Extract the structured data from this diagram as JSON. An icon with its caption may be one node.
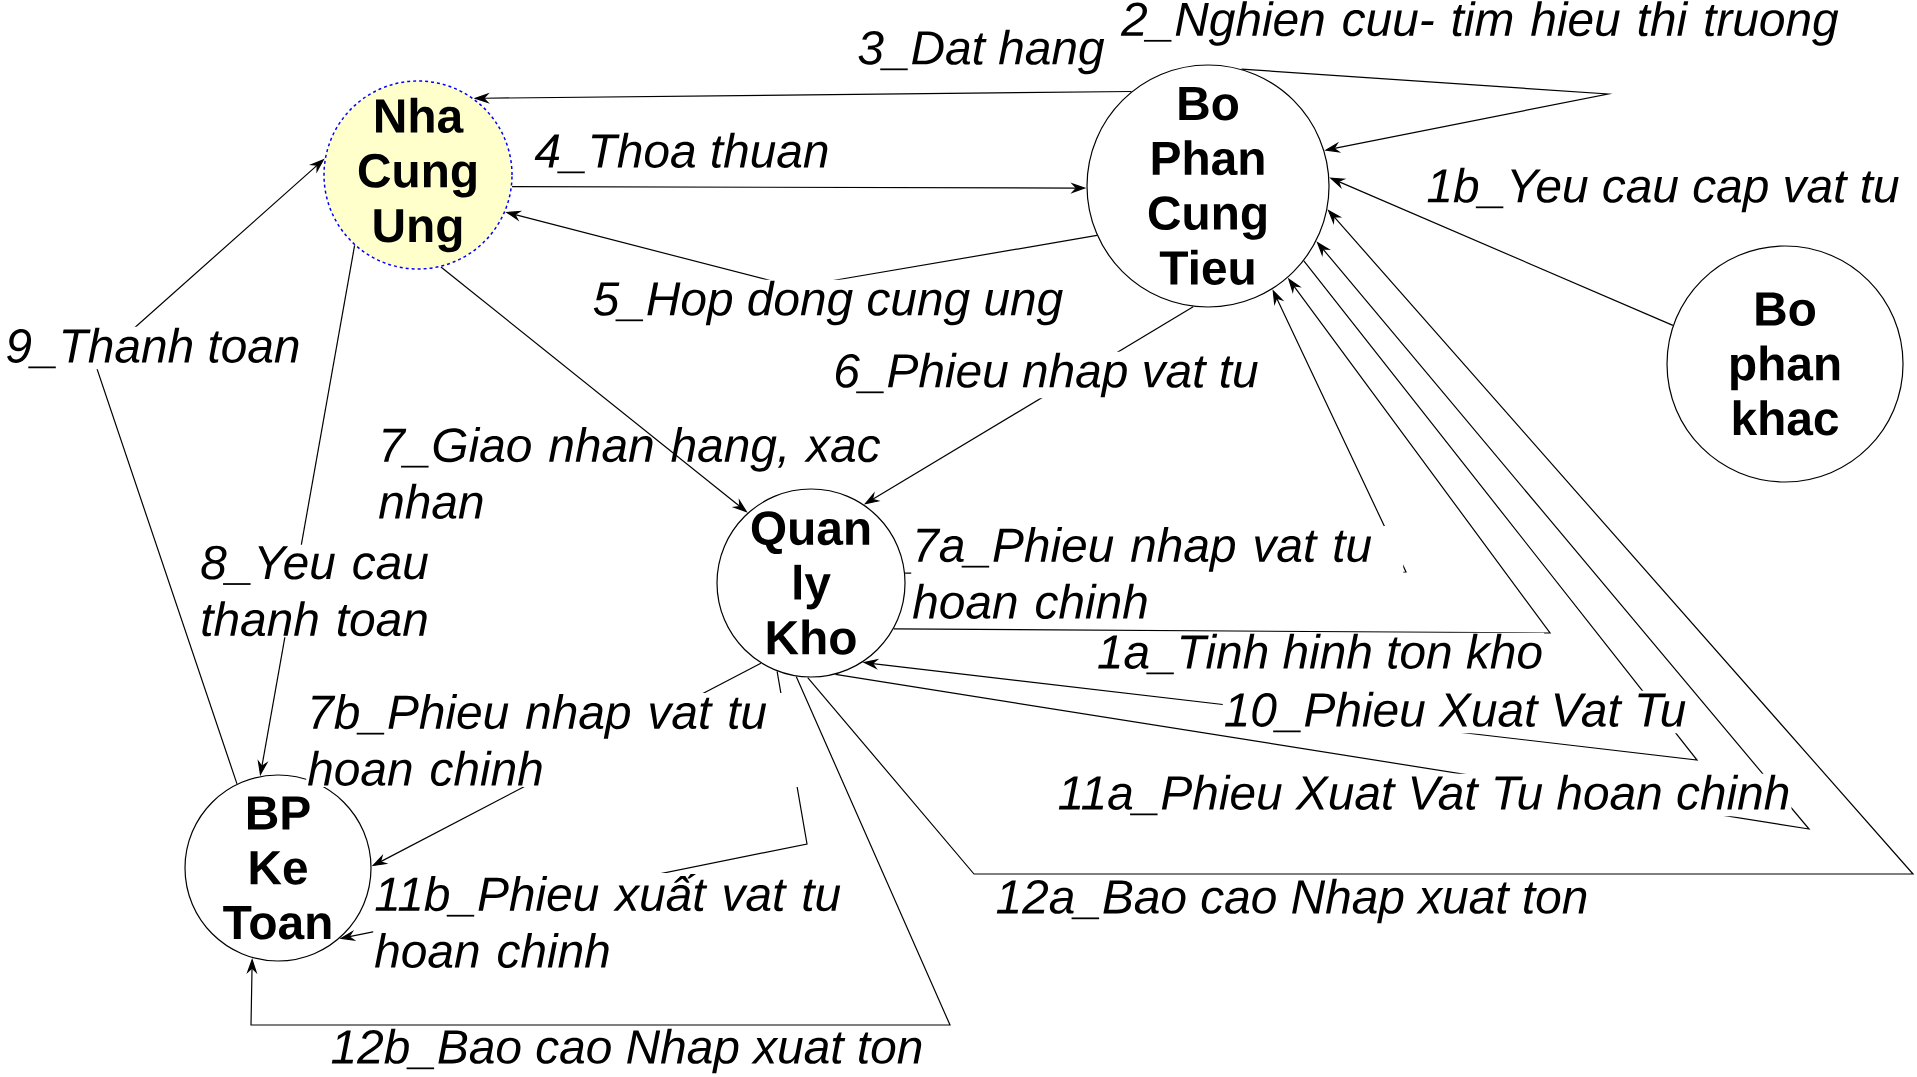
{
  "diagram": {
    "nodes": [
      {
        "text": [
          "Nha Cung Ung"
        ]
      },
      {
        "text": [
          "Bo Phan Cung Tieu"
        ]
      },
      {
        "text": [
          "Bo phan khac"
        ]
      },
      {
        "text": [
          "Quan ly Kho"
        ]
      },
      {
        "text": [
          "BP Ke Toan"
        ]
      }
    ],
    "edges": [
      {
        "from": 1,
        "to": 0,
        "arrow": "to",
        "label": "3_Dat hang"
      },
      {
        "from": 1,
        "to": 1,
        "arrow": "to",
        "label": "2_Nghien cuu- tim hieu thi truong"
      },
      {
        "from": 2,
        "to": 1,
        "arrow": "to",
        "label": "1b_Yeu cau cap vat tu"
      },
      {
        "from": 0,
        "to": 1,
        "arrow": "to",
        "label": "4_Thoa thuan"
      },
      {
        "from": 1,
        "to": 0,
        "arrow": "to",
        "label": "5_Hop dong cung ung"
      },
      {
        "from": 1,
        "to": 3,
        "arrow": "to",
        "label": "6_Phieu nhap vat tu"
      },
      {
        "from": 0,
        "to": 3,
        "arrow": "to",
        "label": "7_Giao nhan hang, xac nhan"
      },
      {
        "from": 0,
        "to": 4,
        "arrow": "to",
        "label": "8_Yeu cau thanh toan"
      },
      {
        "from": 4,
        "to": 0,
        "arrow": "to",
        "label": "9_Thanh toan"
      },
      {
        "from": 3,
        "to": 1,
        "arrow": "to",
        "label": "7a_Phieu nhap vat tu hoan chinh"
      },
      {
        "from": 3,
        "to": 1,
        "arrow": "to",
        "label": "1a_Tinh hinh ton kho"
      },
      {
        "from": 1,
        "to": 3,
        "arrow": "to",
        "label": "10_Phieu Xuat Vat Tu"
      },
      {
        "from": 3,
        "to": 1,
        "arrow": "to",
        "label": "11a_Phieu Xuat Vat Tu hoan chinh"
      },
      {
        "from": 3,
        "to": 1,
        "arrow": "to",
        "label": "12a_Bao cao Nhap xuat ton"
      },
      {
        "from": 3,
        "to": 4,
        "arrow": "to",
        "label": "7b_Phieu nhap vat tu hoan chinh"
      },
      {
        "from": 3,
        "to": 4,
        "arrow": "to",
        "label": "11b_Phieu xuất vat tu hoan chinh"
      },
      {
        "from": 3,
        "to": 4,
        "arrow": "to",
        "label": "12b_Bao cao Nhap xuat ton"
      }
    ]
  }
}
